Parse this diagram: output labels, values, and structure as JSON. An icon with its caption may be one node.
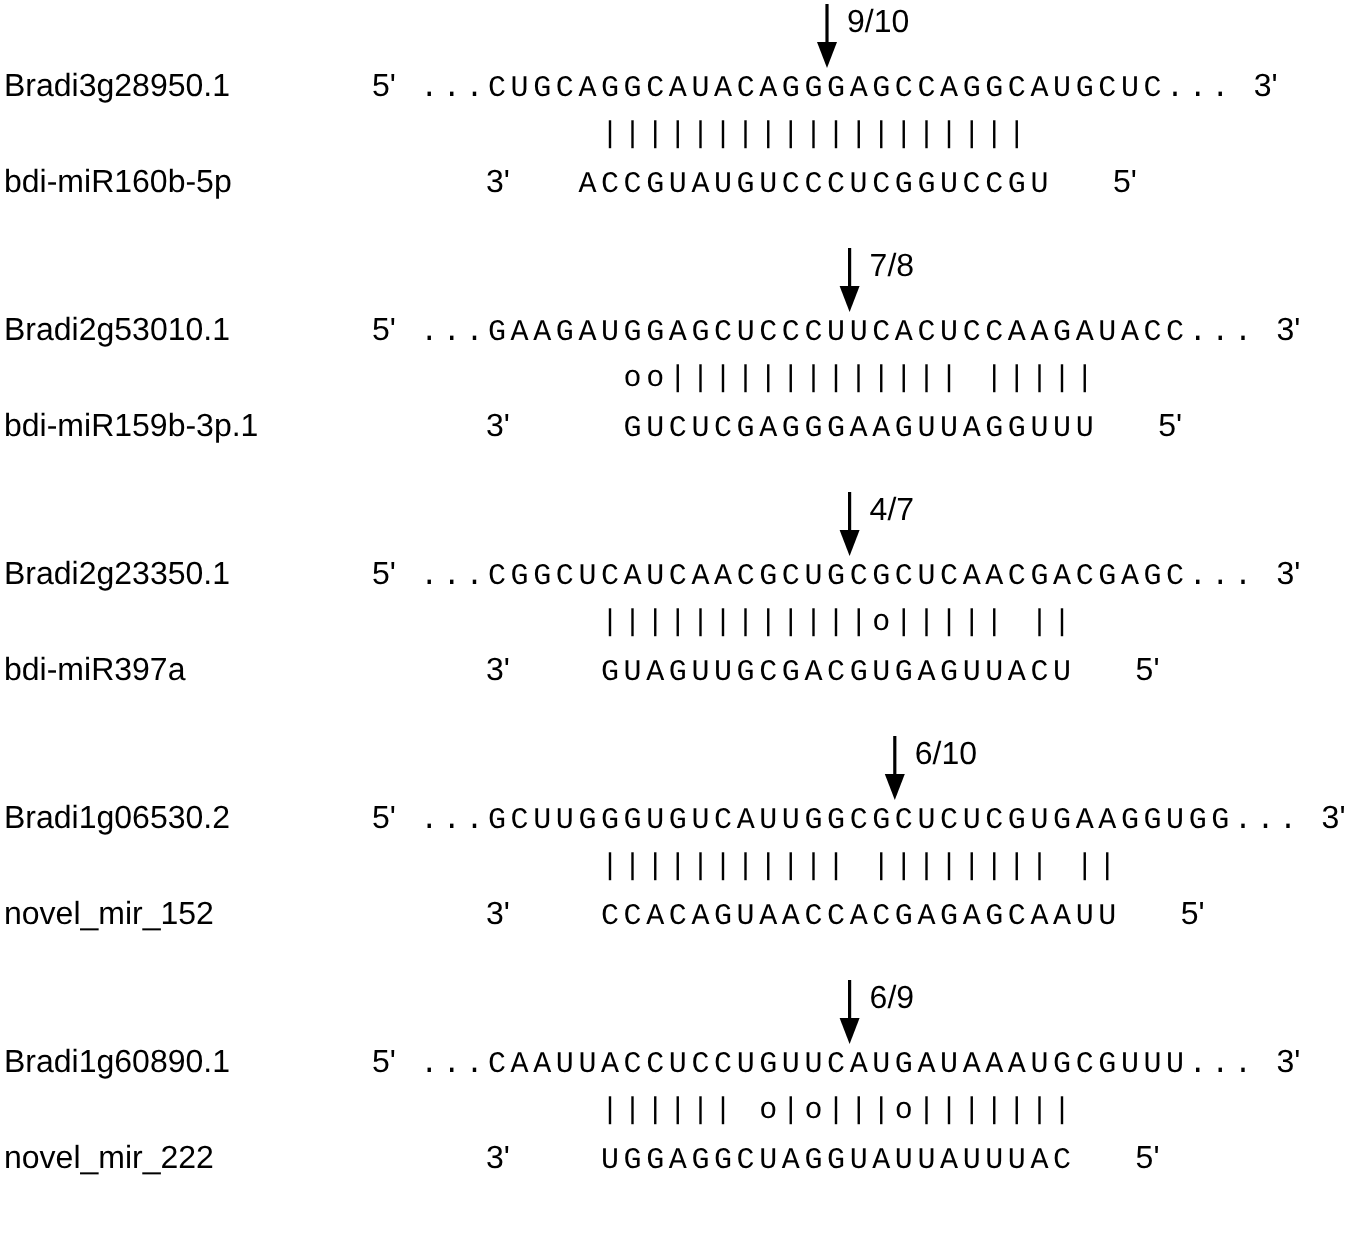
{
  "diagram": {
    "labels": [
      "9/10",
      "Bradi3g28950.1",
      "5'",
      "...CUGCAGGCAUACAGGGAGCCAGGCAUGCUC...",
      "3'",
      "|||||||||||||||||||",
      "bdi-miR160b-5p",
      "3'",
      "ACCGUAUGUCCCUCGGUCCGU",
      "5'",
      "7/8",
      "Bradi2g53010.1",
      "5'",
      "...GAAGAUGGAGCUCCCUUCACUCCAAGAUACC...",
      "3'",
      "oo||||||||||||| |||||",
      "bdi-miR159b-3p.1",
      "3'",
      "GUCUCGAGGGAAGUUAGGUUU",
      "5'",
      "4/7",
      "Bradi2g23350.1",
      "5'",
      "...CGGCUCAUCAACGCUGCGCUCAACGACGAGC...",
      "3'",
      "||||||||||||o||||| ||",
      "bdi-miR397a",
      "3'",
      "GUAGUUGCGACGUGAGUUACU",
      "5'",
      "6/10",
      "Bradi1g06530.2",
      "5'",
      "...GCUUGGGUGUCAUUGGCGCUCUCGUGAAGGUGG...",
      "3'",
      "||||||||||| |||||||| ||",
      "novel_mir_152",
      "3'",
      "CCACAGUAACCACGAGAGCAAUU",
      "5'",
      "6/9",
      "Bradi1g60890.1",
      "5'",
      "...CAAUUACCUCCUGUUCAUGAUAAAUGCGUUU...",
      "3'",
      "|||||| o|o|||o|||||||",
      "novel_mir_222",
      "3'",
      "UGGAGGCUAGGUAUUAUUUAC",
      "5'"
    ]
  }
}
